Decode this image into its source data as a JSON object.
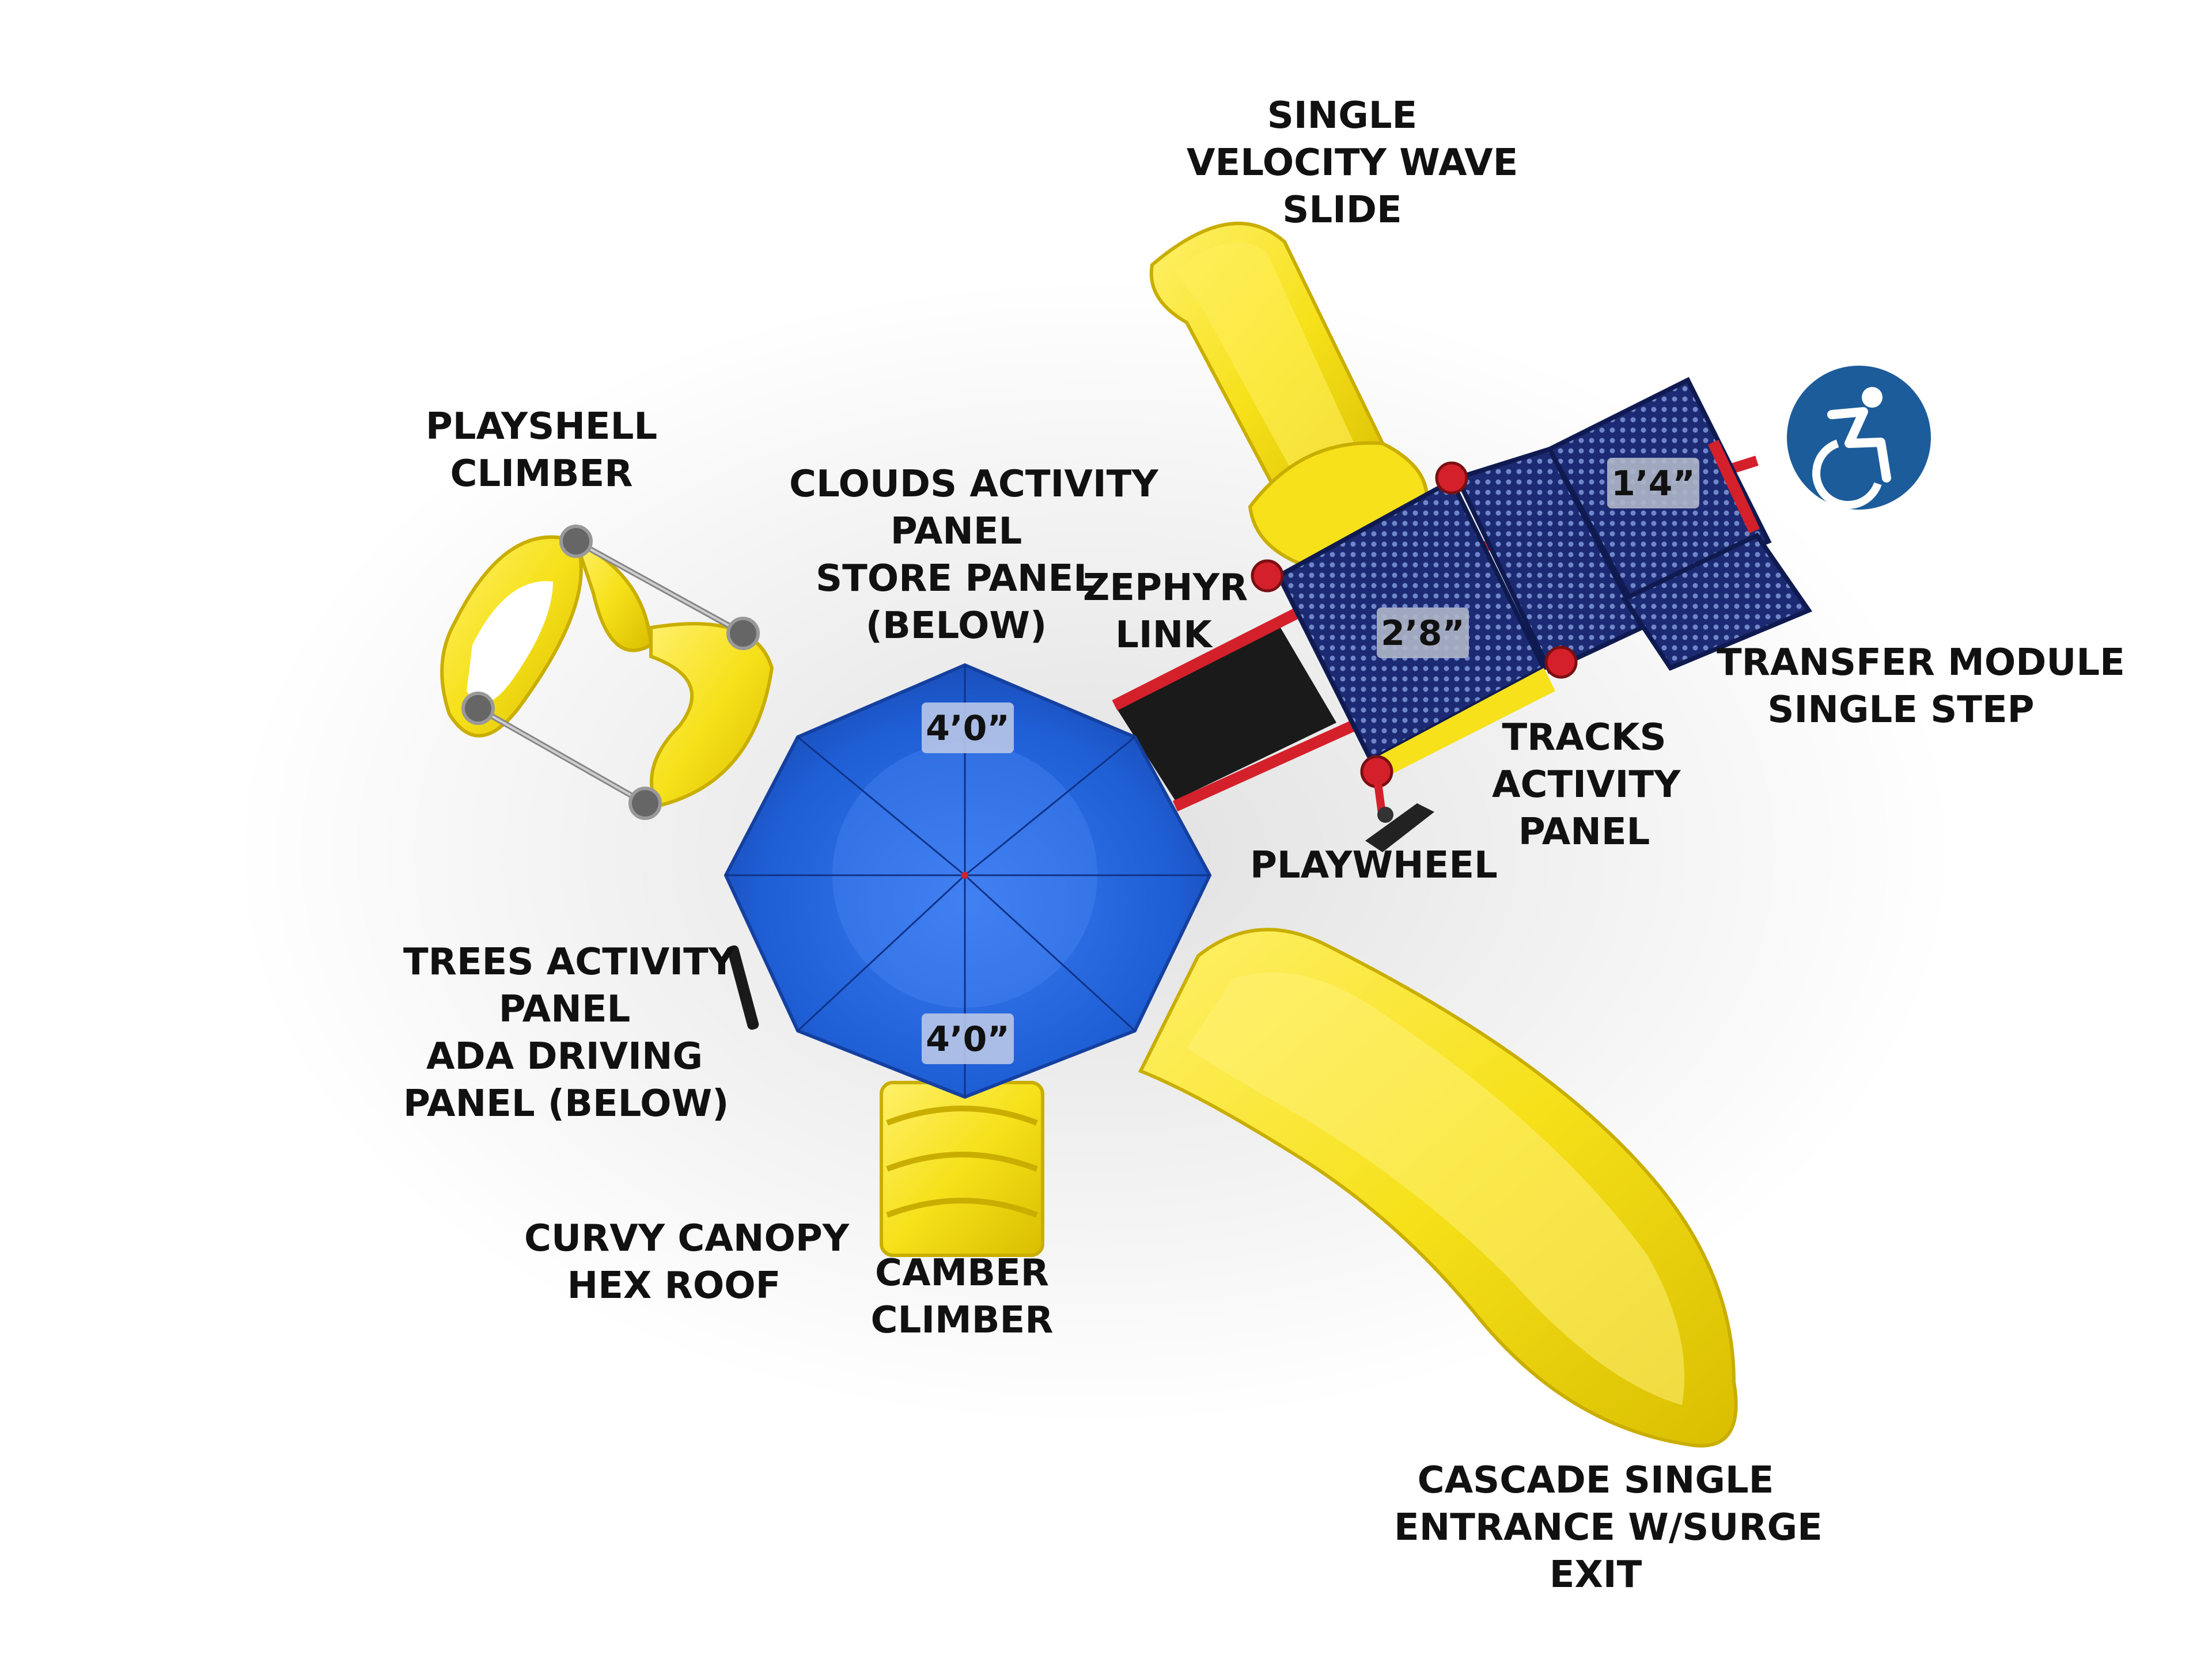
{
  "labels": {
    "velocity_slide": [
      "SINGLE",
      "VELOCITY WAVE",
      "SLIDE"
    ],
    "playshell": [
      "PLAYSHELL",
      "CLIMBER"
    ],
    "clouds_panel": [
      "CLOUDS ACTIVITY",
      "PANEL",
      "STORE PANEL",
      "(BELOW)"
    ],
    "zephyr": [
      "ZEPHYR",
      "LINK"
    ],
    "transfer_module": [
      "TRANSFER MODULE",
      "SINGLE STEP"
    ],
    "tracks_panel": [
      "TRACKS",
      "ACTIVITY",
      "PANEL"
    ],
    "playwheel": "PLAYWHEEL",
    "trees_panel": [
      "TREES ACTIVITY",
      "PANEL",
      "ADA DRIVING",
      "PANEL (BELOW)"
    ],
    "curvy_canopy": [
      "CURVY CANOPY",
      "HEX ROOF"
    ],
    "camber": [
      "CAMBER",
      "CLIMBER"
    ],
    "cascade": [
      "CASCADE SINGLE",
      "ENTRANCE W/SURGE",
      "EXIT"
    ]
  },
  "dimensions": {
    "roof_top": "4’0”",
    "roof_bottom": "4’0”",
    "deck": "2’8”",
    "step": "1’4”"
  },
  "colors": {
    "yellow": "#F6E11A",
    "blue": "#1F5FD6",
    "navy": "#1C2A73",
    "red": "#D4202A",
    "ada_blue": "#1D5C9B"
  },
  "icons": [
    "accessibility-icon"
  ]
}
